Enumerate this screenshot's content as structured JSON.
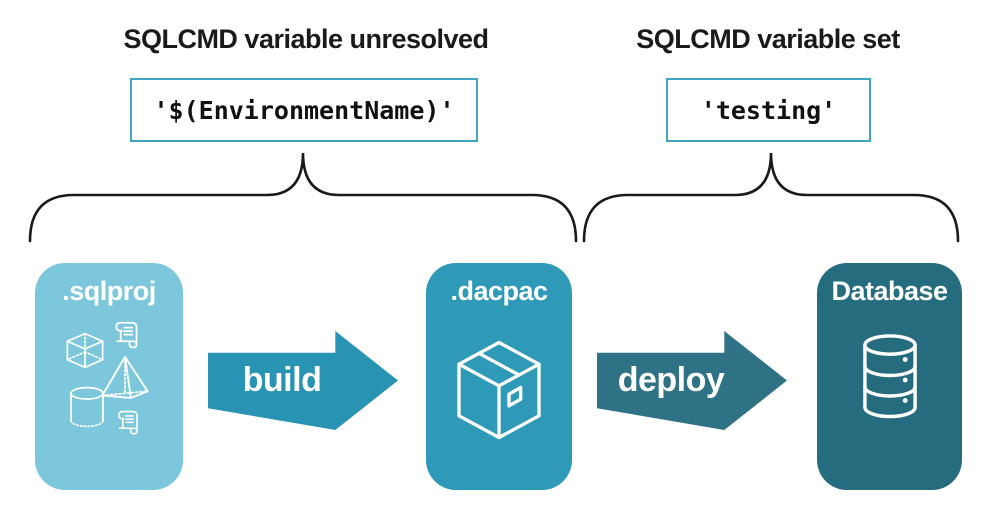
{
  "annotations": {
    "left": {
      "heading": "SQLCMD variable unresolved",
      "code": "'$(EnvironmentName)'"
    },
    "right": {
      "heading": "SQLCMD variable set",
      "code": "'testing'"
    }
  },
  "pipeline": {
    "stages": [
      {
        "label": ".sqlproj",
        "color": "#7CC7DB",
        "icon": "sql-objects-icons"
      },
      {
        "label": ".dacpac",
        "color": "#2E9AB7",
        "icon": "package-icon"
      },
      {
        "label": "Database",
        "color": "#266C7F",
        "icon": "database-icon"
      }
    ],
    "arrows": [
      {
        "label": "build",
        "color": "#2893B2"
      },
      {
        "label": "deploy",
        "color": "#2F7285"
      }
    ]
  },
  "colors": {
    "background": "#FFFFFF",
    "heading_text": "#1A1A1A",
    "code_text": "#111111",
    "code_border": "#3FA5C1",
    "brace": "#1A1A1A",
    "icon_stroke": "#FFFFFF"
  }
}
